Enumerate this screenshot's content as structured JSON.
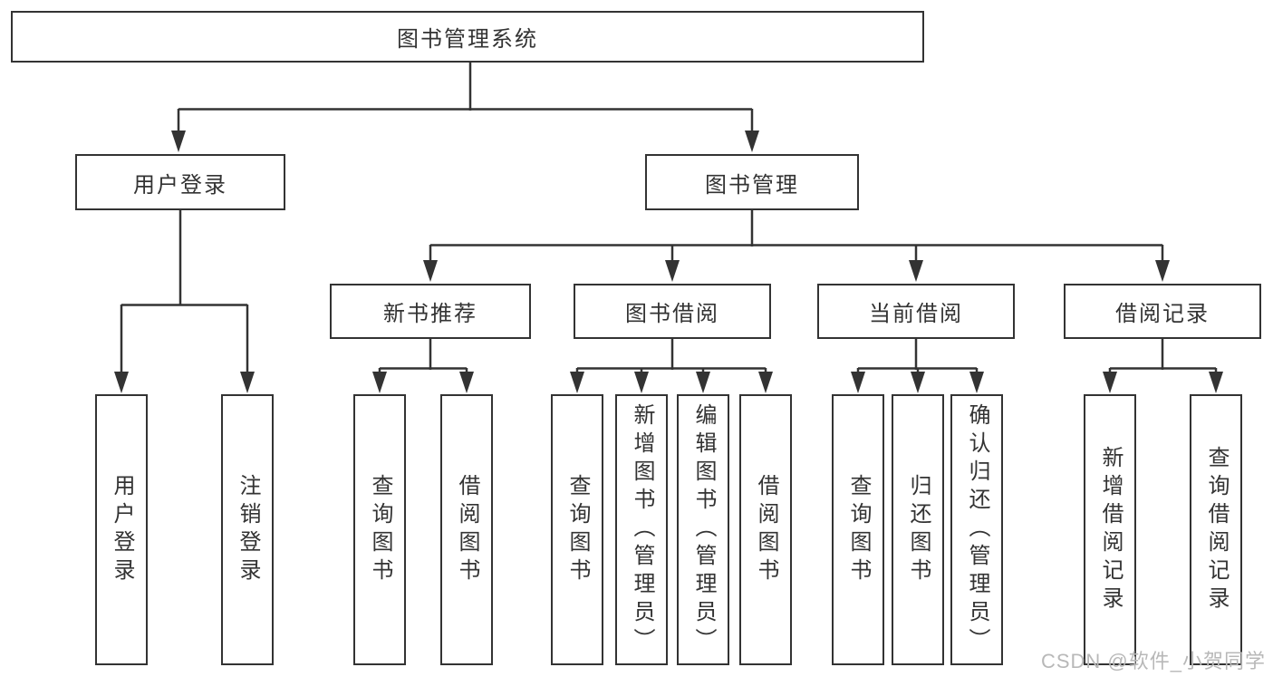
{
  "tree": {
    "root": "图书管理系统",
    "branches": [
      {
        "label": "用户登录",
        "children": [
          "用户登录",
          "注销登录"
        ]
      },
      {
        "label": "图书管理",
        "children": [
          {
            "label": "新书推荐",
            "children": [
              "查询图书",
              "借阅图书"
            ]
          },
          {
            "label": "图书借阅",
            "children": [
              "查询图书",
              "新增图书（管理员）",
              "编辑图书（管理员）",
              "借阅图书"
            ]
          },
          {
            "label": "当前借阅",
            "children": [
              "查询图书",
              "归还图书",
              "确认归还（管理员）"
            ]
          },
          {
            "label": "借阅记录",
            "children": [
              "新增借阅记录",
              "查询借阅记录"
            ]
          }
        ]
      }
    ]
  },
  "watermark": "CSDN @软件_小贺同学",
  "colors": {
    "line": "#333333",
    "box_border": "#333333",
    "text": "#333333",
    "watermark": "#b8b8b8",
    "background": "#ffffff"
  }
}
